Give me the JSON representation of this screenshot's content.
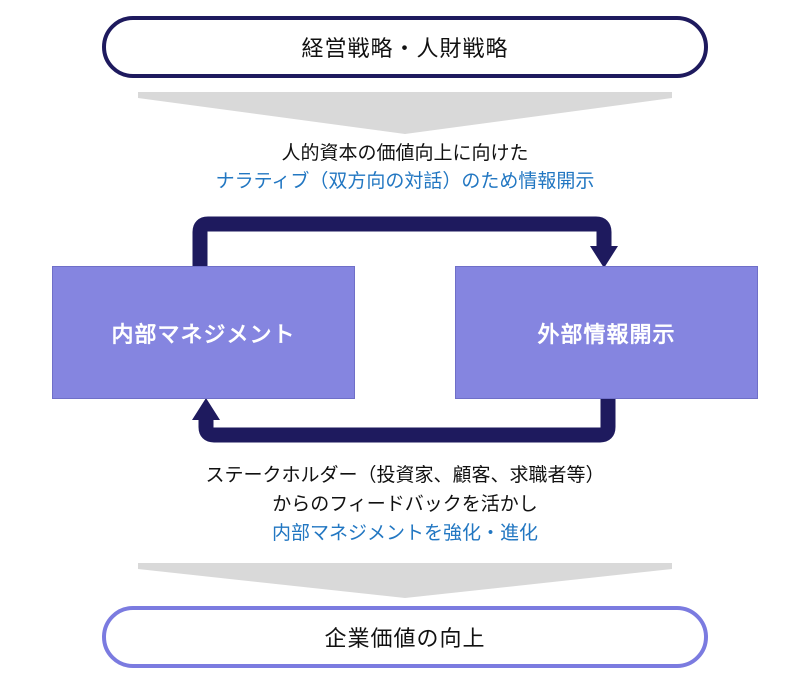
{
  "top_box": {
    "label": "経営戦略・人財戦略"
  },
  "upper_caption": {
    "line1": "人的資本の価値向上に向けた",
    "line2": "ナラティブ（双方向の対話）のため情報開示"
  },
  "left_box": {
    "label": "内部マネジメント"
  },
  "right_box": {
    "label": "外部情報開示"
  },
  "lower_caption": {
    "line1": "ステークホルダー（投資家、顧客、求職者等）",
    "line2": "からのフィードバックを活かし",
    "line3": "内部マネジメントを強化・進化"
  },
  "bottom_box": {
    "label": "企業価値の向上"
  },
  "colors": {
    "navy": "#1e1a5e",
    "box_fill": "#8585e0",
    "caption_blue": "#2277c2",
    "chevron_gray": "#d9d9d9"
  }
}
